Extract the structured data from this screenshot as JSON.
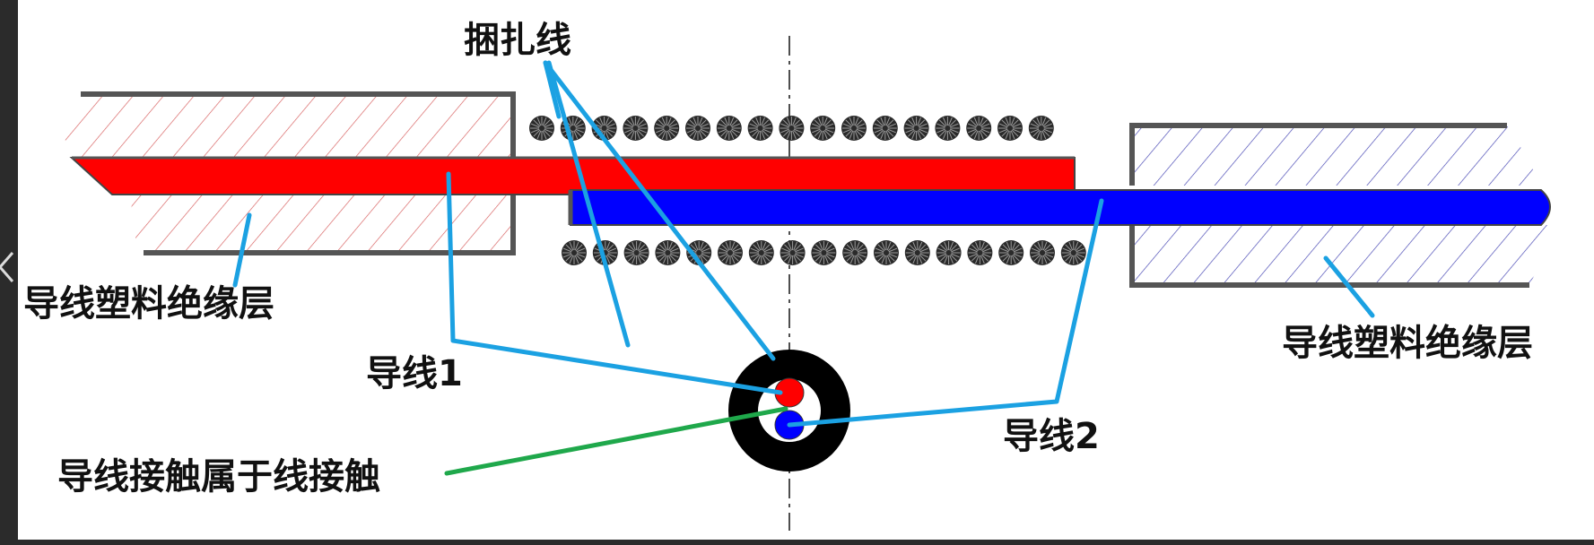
{
  "labels": {
    "binding_wire": "捆扎线",
    "insulation_left": "导线塑料绝缘层",
    "insulation_right": "导线塑料绝缘层",
    "wire_1": "导线1",
    "wire_2": "导线2",
    "contact_note": "导线接触属于线接触"
  },
  "colors": {
    "background": "#2b2b2b",
    "canvas": "#ffffff",
    "wire_1": "#ff0000",
    "wire_2": "#0000ff",
    "insulation_hatch_left": "#d65a5a",
    "insulation_hatch_right": "#3f3fb0",
    "insulation_border": "#555555",
    "coil": "#2a2a2a",
    "leader_blue": "#1ba1e2",
    "leader_green": "#1fa84b",
    "cross_section_ring": "#000000"
  },
  "icons": {
    "left_edge_chevron": "chevron-left-icon"
  }
}
